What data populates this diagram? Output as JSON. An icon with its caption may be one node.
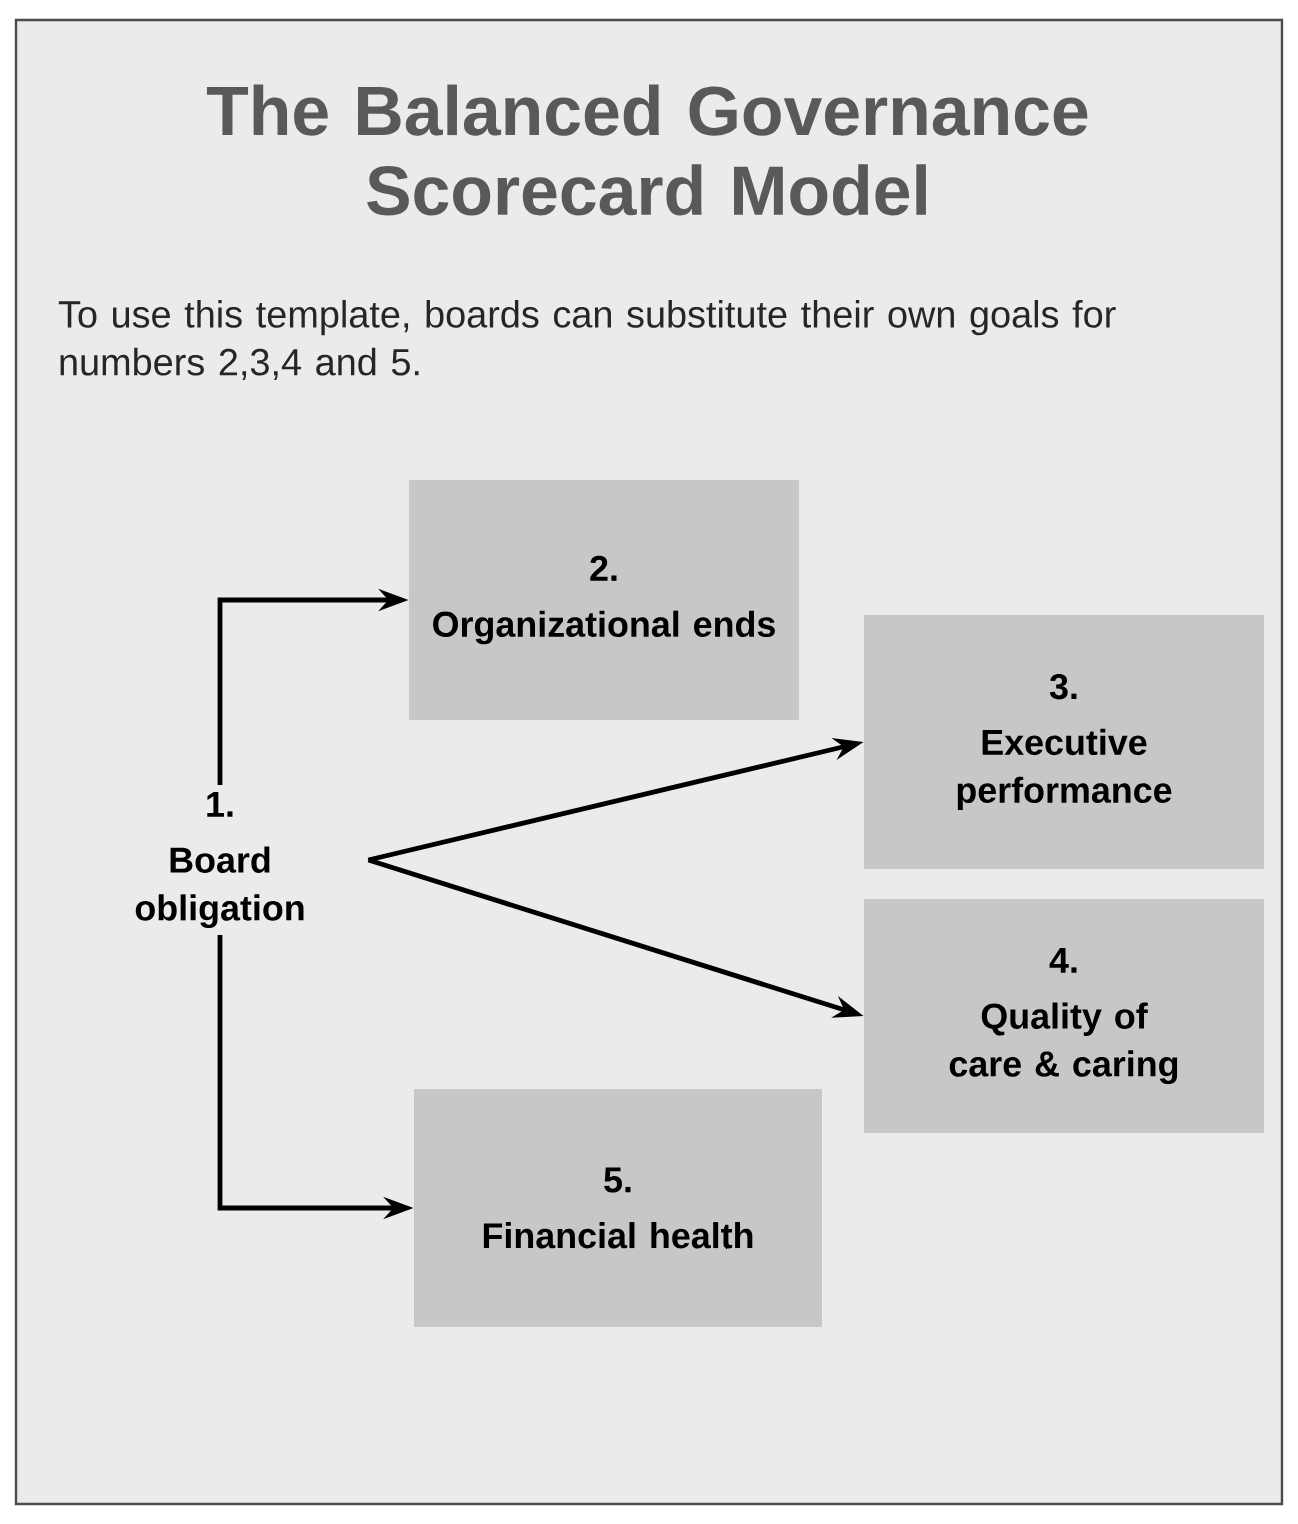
{
  "diagram": {
    "title": "The Balanced Governance Scorecard Model",
    "caption": "To use this template, boards can substitute their own goals for numbers 2,3,4 and 5.",
    "nodes": [
      {
        "text": [
          "1.",
          "Board obligation"
        ]
      },
      {
        "text": [
          "2.",
          "Organizational ends"
        ]
      },
      {
        "text": [
          "3.",
          "Executive performance"
        ]
      },
      {
        "text": [
          "4.",
          "Quality of care & caring"
        ]
      },
      {
        "text": [
          "5.",
          "Financial health"
        ]
      }
    ],
    "edges": [
      {
        "from": 0,
        "to": 1,
        "arrow": "to"
      },
      {
        "from": 0,
        "to": 2,
        "arrow": "to"
      },
      {
        "from": 0,
        "to": 3,
        "arrow": "to"
      },
      {
        "from": 0,
        "to": 4,
        "arrow": "to"
      }
    ]
  }
}
